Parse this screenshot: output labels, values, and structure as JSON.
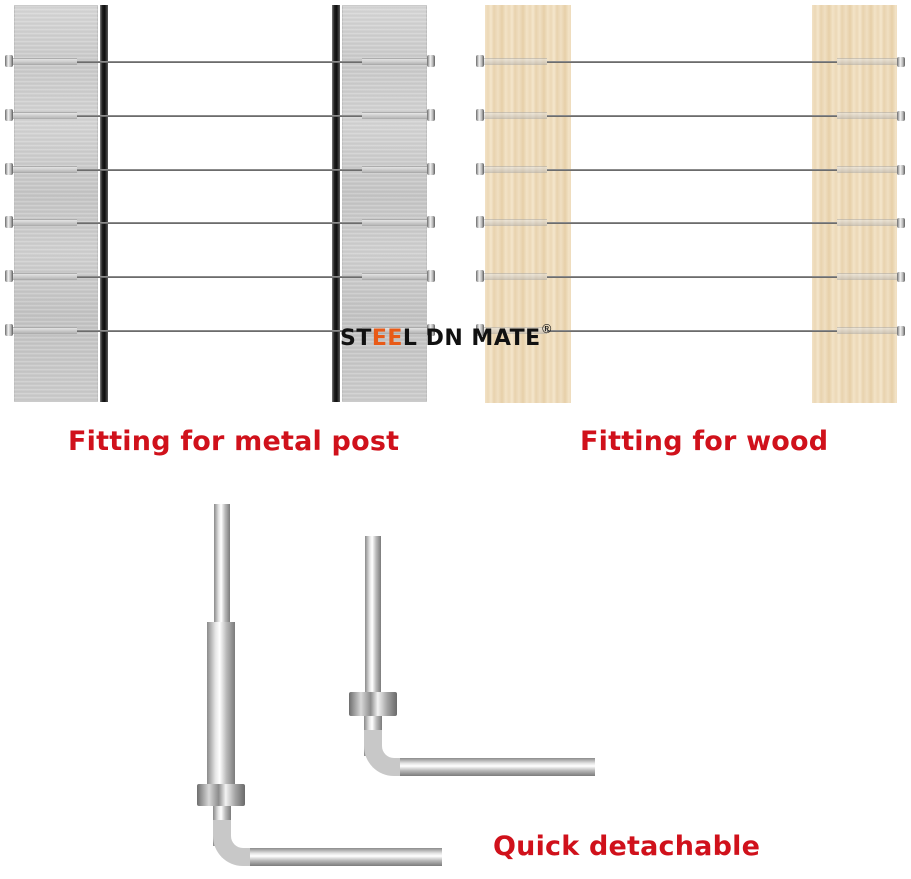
{
  "logo": {
    "part1": "ST",
    "accent": "EE",
    "part2": "L DN MATE",
    "registered": "®",
    "accent_color": "#e85a17"
  },
  "panels": [
    {
      "id": "metal",
      "caption": "Fitting for metal post",
      "post_material": "brushed stainless steel",
      "cable_rows": 6
    },
    {
      "id": "wood",
      "caption": "Fitting for wood",
      "post_material": "light wood",
      "cable_rows": 6
    }
  ],
  "fittings": {
    "caption": "Quick detachable",
    "items": [
      {
        "name": "long-swage-fitting-with-hex-key"
      },
      {
        "name": "short-swage-fitting-with-hex-key"
      }
    ]
  },
  "colors": {
    "caption_red": "#d0111b",
    "background": "#ffffff"
  }
}
